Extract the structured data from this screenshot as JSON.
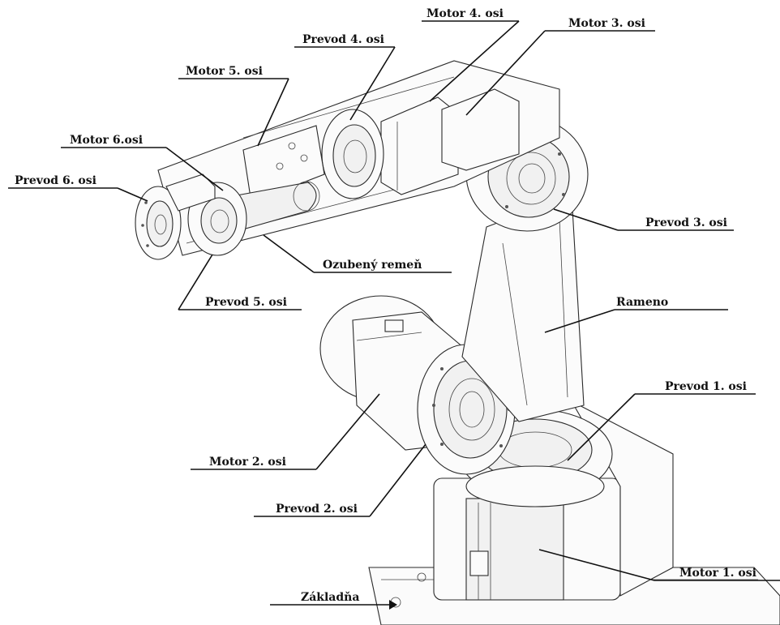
{
  "diagram": {
    "labels": {
      "motor4": "Motor 4. osi",
      "motor3": "Motor 3. osi",
      "prevod4": "Prevod 4. osi",
      "motor5": "Motor 5. osi",
      "motor6": "Motor 6.osi",
      "prevod6": "Prevod 6. osi",
      "prevod3": "Prevod 3. osi",
      "remen": "Ozubený remeň",
      "prevod5": "Prevod 5. osi",
      "rameno": "Rameno",
      "prevod1": "Prevod 1. osi",
      "motor2": "Motor 2. osi",
      "prevod2": "Prevod 2. osi",
      "motor1": "Motor 1. osi",
      "zakladna": "Základňa"
    },
    "colors": {
      "line": "#111111",
      "drawing": "#2a2a2a",
      "background": "#ffffff"
    }
  }
}
